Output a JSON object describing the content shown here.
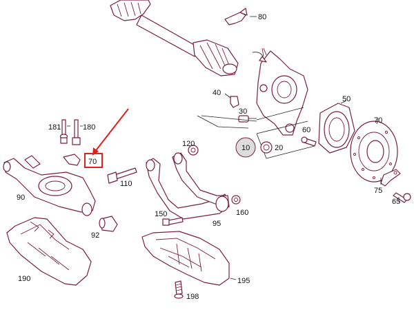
{
  "diagram": {
    "highlight_color": "#e0201e",
    "line_color": "#7a1f3a",
    "highlighted_label": "70",
    "labels": {
      "p80": "80",
      "p40": "40",
      "p30": "30",
      "p50": "50",
      "p70": "70",
      "p10": "10",
      "p20": "20",
      "p60": "60",
      "p181": "181",
      "p180": "180",
      "p120": "120",
      "p110": "110",
      "p90": "90",
      "p92": "92",
      "p150": "150",
      "p95": "95",
      "p160": "160",
      "p75": "75",
      "p65": "65",
      "p190": "190",
      "p195": "195",
      "p198": "198",
      "p70_highlight": "70"
    }
  }
}
